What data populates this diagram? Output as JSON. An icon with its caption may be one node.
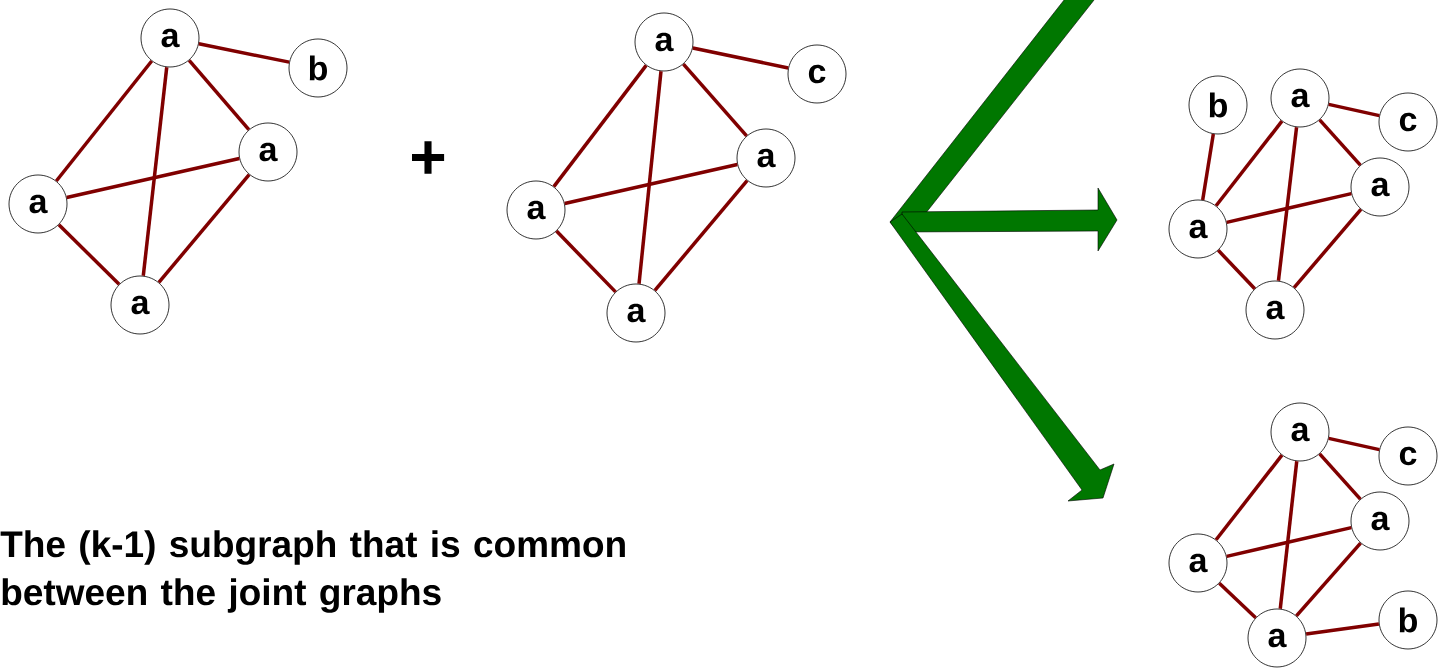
{
  "diagram": {
    "nodes": [
      {
        "text": [
          "a"
        ]
      },
      {
        "text": [
          "b"
        ]
      },
      {
        "text": [
          "a"
        ]
      },
      {
        "text": [
          "a"
        ]
      },
      {
        "text": [
          "a"
        ]
      },
      {
        "text": [
          "a"
        ]
      },
      {
        "text": [
          "c"
        ]
      },
      {
        "text": [
          "a"
        ]
      },
      {
        "text": [
          "a"
        ]
      },
      {
        "text": [
          "a"
        ]
      },
      {
        "text": [
          "b"
        ]
      },
      {
        "text": [
          "a"
        ]
      },
      {
        "text": [
          "c"
        ]
      },
      {
        "text": [
          "a"
        ]
      },
      {
        "text": [
          "a"
        ]
      },
      {
        "text": [
          "a"
        ]
      },
      {
        "text": [
          "a"
        ]
      },
      {
        "text": [
          "c"
        ]
      },
      {
        "text": [
          "a"
        ]
      },
      {
        "text": [
          "a"
        ]
      },
      {
        "text": [
          "a"
        ]
      },
      {
        "text": [
          "b"
        ]
      }
    ],
    "edges": [
      {
        "from": 0,
        "to": 1,
        "arrow": "none"
      },
      {
        "from": 0,
        "to": 2,
        "arrow": "none"
      },
      {
        "from": 0,
        "to": 3,
        "arrow": "none"
      },
      {
        "from": 0,
        "to": 4,
        "arrow": "none"
      },
      {
        "from": 3,
        "to": 2,
        "arrow": "none"
      },
      {
        "from": 3,
        "to": 4,
        "arrow": "none"
      },
      {
        "from": 2,
        "to": 4,
        "arrow": "none"
      },
      {
        "from": 5,
        "to": 6,
        "arrow": "none"
      },
      {
        "from": 5,
        "to": 7,
        "arrow": "none"
      },
      {
        "from": 5,
        "to": 8,
        "arrow": "none"
      },
      {
        "from": 5,
        "to": 9,
        "arrow": "none"
      },
      {
        "from": 8,
        "to": 7,
        "arrow": "none"
      },
      {
        "from": 8,
        "to": 9,
        "arrow": "none"
      },
      {
        "from": 7,
        "to": 9,
        "arrow": "none"
      },
      {
        "from": 14,
        "to": 10,
        "arrow": "none"
      },
      {
        "from": 11,
        "to": 12,
        "arrow": "none"
      },
      {
        "from": 11,
        "to": 13,
        "arrow": "none"
      },
      {
        "from": 11,
        "to": 14,
        "arrow": "none"
      },
      {
        "from": 11,
        "to": 15,
        "arrow": "none"
      },
      {
        "from": 14,
        "to": 13,
        "arrow": "none"
      },
      {
        "from": 14,
        "to": 15,
        "arrow": "none"
      },
      {
        "from": 13,
        "to": 15,
        "arrow": "none"
      },
      {
        "from": 16,
        "to": 17,
        "arrow": "none"
      },
      {
        "from": 16,
        "to": 18,
        "arrow": "none"
      },
      {
        "from": 16,
        "to": 19,
        "arrow": "none"
      },
      {
        "from": 16,
        "to": 20,
        "arrow": "none"
      },
      {
        "from": 19,
        "to": 18,
        "arrow": "none"
      },
      {
        "from": 19,
        "to": 20,
        "arrow": "none"
      },
      {
        "from": 18,
        "to": 20,
        "arrow": "none"
      },
      {
        "from": 20,
        "to": 21,
        "arrow": "none"
      }
    ],
    "labels": [
      "+",
      "The (k-1) subgraph that is common between the joint graphs"
    ]
  }
}
